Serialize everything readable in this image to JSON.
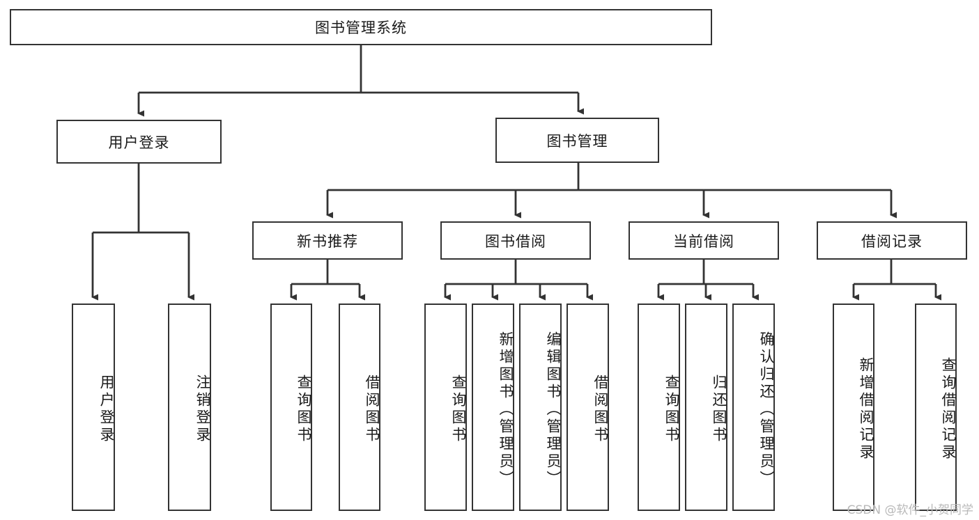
{
  "diagram": {
    "title": "图书管理系统",
    "watermark": "CSDN @软件_小贺同学",
    "root": {
      "label": "图书管理系统"
    },
    "level1": [
      {
        "label": "用户登录"
      },
      {
        "label": "图书管理"
      }
    ],
    "level2": [
      {
        "label": "新书推荐"
      },
      {
        "label": "图书借阅"
      },
      {
        "label": "当前借阅"
      },
      {
        "label": "借阅记录"
      }
    ],
    "leaves": {
      "user_login": [
        {
          "label": "用户登录"
        },
        {
          "label": "注销登录"
        }
      ],
      "new_book_recommend": [
        {
          "label": "查询图书"
        },
        {
          "label": "借阅图书"
        }
      ],
      "book_borrow": [
        {
          "label": "查询图书"
        },
        {
          "label": "新增图书（管理员）"
        },
        {
          "label": "编辑图书（管理员）"
        },
        {
          "label": "借阅图书"
        }
      ],
      "current_borrow": [
        {
          "label": "查询图书"
        },
        {
          "label": "归还图书"
        },
        {
          "label": "确认归还（管理员）"
        }
      ],
      "borrow_record": [
        {
          "label": "新增借阅记录"
        },
        {
          "label": "查询借阅记录"
        }
      ]
    }
  },
  "colors": {
    "line": "#333333",
    "box_border": "#333333",
    "box_fill": "#ffffff",
    "text": "#1a1a1a",
    "watermark": "#b9b9b9",
    "background": "#ffffff"
  }
}
